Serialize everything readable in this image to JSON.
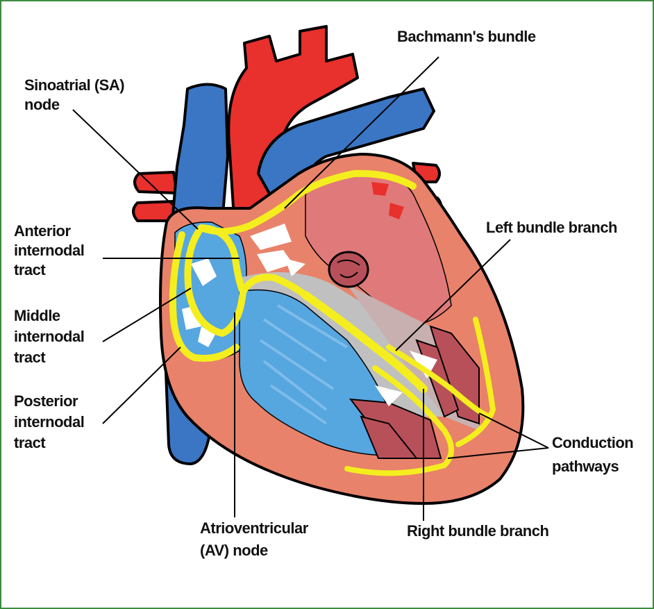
{
  "labels": {
    "sa_node": [
      "Sinoatrial (SA)",
      "node"
    ],
    "bachmann": [
      "Bachmann's bundle"
    ],
    "anterior_tract": [
      "Anterior",
      "internodal",
      "tract"
    ],
    "middle_tract": [
      "Middle",
      "internodal",
      "tract"
    ],
    "posterior_tract": [
      "Posterior",
      "internodal",
      "tract"
    ],
    "left_bundle": [
      "Left bundle branch"
    ],
    "av_node": [
      "Atrioventricular",
      "(AV) node"
    ],
    "right_bundle": [
      "Right bundle branch"
    ],
    "conduction": [
      "Conduction",
      "pathways"
    ]
  },
  "colors": {
    "frame": "#3d8b3d",
    "vein_blue": "#3a76c4",
    "artery_red": "#e8302c",
    "myocardium": "#e8826a",
    "pathway_yellow": "#f5ee1e",
    "chamber_grey": "#c0c0c0",
    "chamber_light_blue": "#56a6e0",
    "chamber_pink": "#e07a7a",
    "papillary": "#b8505a"
  }
}
